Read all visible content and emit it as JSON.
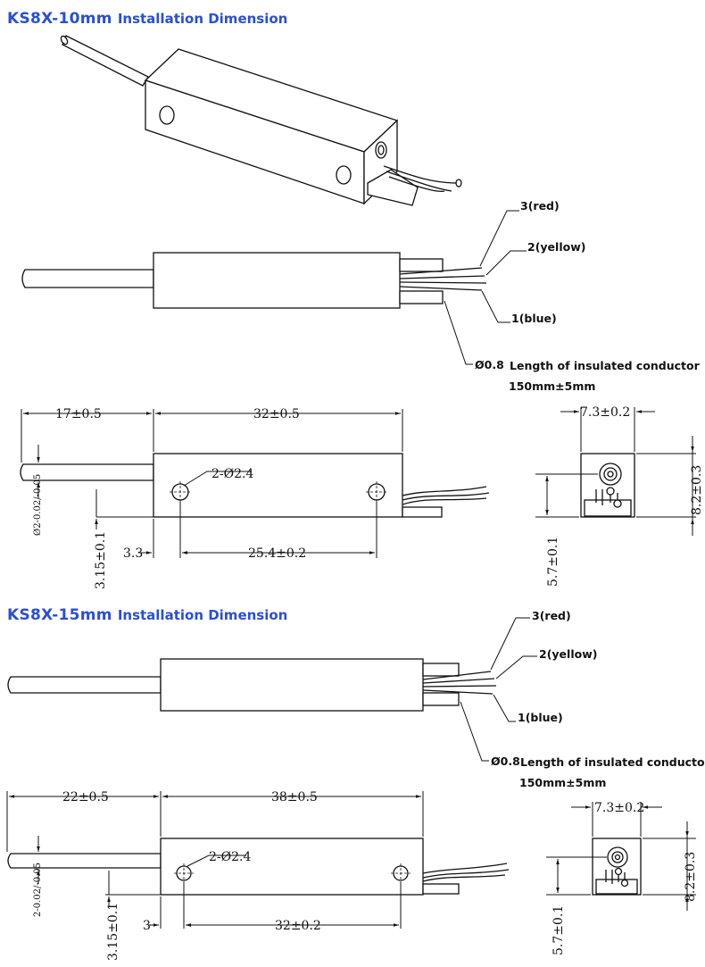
{
  "section1": {
    "model": "KS8X-10mm",
    "heading": "Installation Dimension",
    "wire_labels": {
      "red": "3(red)",
      "yellow": "2(yellow)",
      "blue": "1(blue)"
    },
    "conductor_dia": "Ø0.8",
    "conductor_text": "Length of insulated conductor",
    "conductor_length": "150mm±5mm",
    "dims": {
      "shaft_length": "17±0.5",
      "body_length": "32±0.5",
      "hole_spec": "2-Ø2.4",
      "shaft_dia": "Ø2-0.02/-0.05",
      "hole_height": "3.15±0.1",
      "hole_offset": "3.3",
      "hole_pitch": "25.4±0.2",
      "end_width": "7.3±0.2",
      "end_height": "8.2±0.3",
      "end_center": "5.7±0.1"
    }
  },
  "section2": {
    "model": "KS8X-15mm",
    "heading": "Installation Dimension",
    "wire_labels": {
      "red": "3(red)",
      "yellow": "2(yellow)",
      "blue": "1(blue)"
    },
    "conductor_dia": "Ø0.8",
    "conductor_text": "Length of insulated conductor",
    "conductor_length": "150mm±5mm",
    "dims": {
      "shaft_length": "22±0.5",
      "body_length": "38±0.5",
      "hole_spec": "2-Ø2.4",
      "shaft_dia": "2-0.02/-0.05",
      "hole_height": "3.15±0.1",
      "hole_offset": "3",
      "hole_pitch": "32±0.2",
      "end_width": "7.3±0.2",
      "end_height": "8.2±0.3",
      "end_center": "5.7±0.1"
    }
  }
}
